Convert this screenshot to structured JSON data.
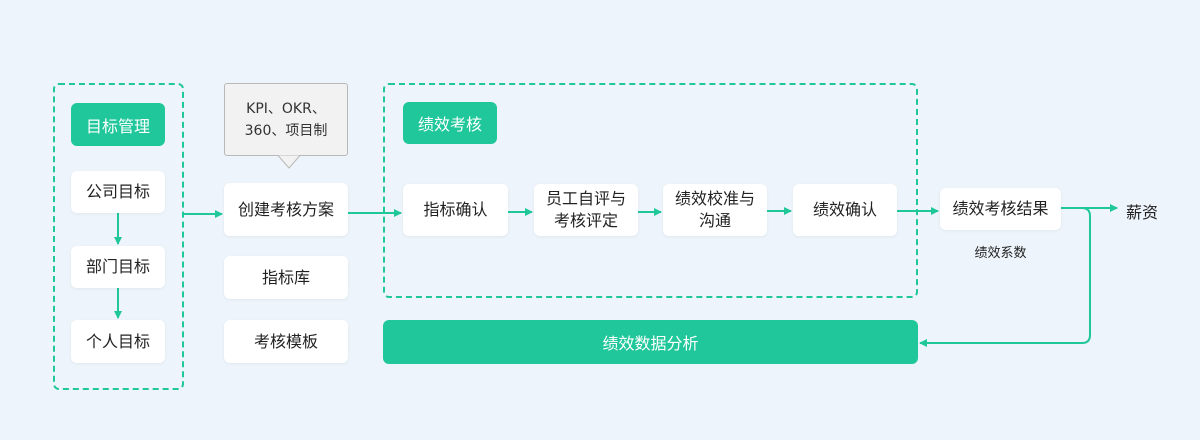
{
  "goal_management": {
    "tag": "目标管理",
    "items": [
      "公司目标",
      "部门目标",
      "个人目标"
    ]
  },
  "plan": {
    "callout": "KPI、OKR、\n360、项目制",
    "create": "创建考核方案",
    "indicator_library": "指标库",
    "template": "考核模板"
  },
  "appraisal": {
    "tag": "绩效考核",
    "steps": [
      "指标确认",
      "员工自评与\n考核评定",
      "绩效校准与\n沟通",
      "绩效确认"
    ]
  },
  "result": {
    "label": "绩效考核结果",
    "note": "绩效系数",
    "salary": "薪资"
  },
  "analysis": {
    "label": "绩效数据分析"
  },
  "colors": {
    "accent": "#1fc79a",
    "background": "#eef4fb",
    "node": "#ffffff",
    "callout": "#f2f2f2"
  }
}
